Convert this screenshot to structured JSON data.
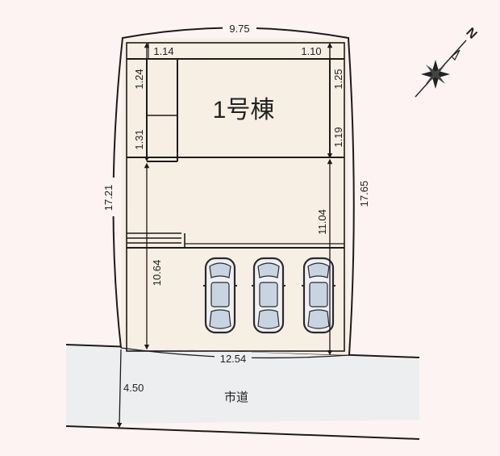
{
  "site_plan": {
    "building_label": "1号棟",
    "road_label": "市道",
    "compass": {
      "label": "N",
      "icon": "north-arrow-compass"
    },
    "dimensions": {
      "top_frontage": "9.75",
      "left_boundary": "17.21",
      "right_boundary": "17.65",
      "bottom_frontage": "12.54",
      "road_width": "4.50",
      "setback_top_left": "1.14",
      "setback_top_right": "1.10",
      "setback_left_upper": "1.24",
      "setback_left_lower": "1.31",
      "setback_right_upper": "1.25",
      "setback_right_lower": "1.19",
      "parking_depth_left": "10.64",
      "parking_depth_right": "11.04"
    },
    "parking": {
      "car_count": 3,
      "icon": "car-topview"
    },
    "colors": {
      "background": "#fdf3f3",
      "lot_fill": "#f7efe4",
      "road_fill": "#eceef0",
      "line": "#1e1a18",
      "car_glass": "#c9d4e2",
      "car_body": "#eef0f4"
    }
  }
}
